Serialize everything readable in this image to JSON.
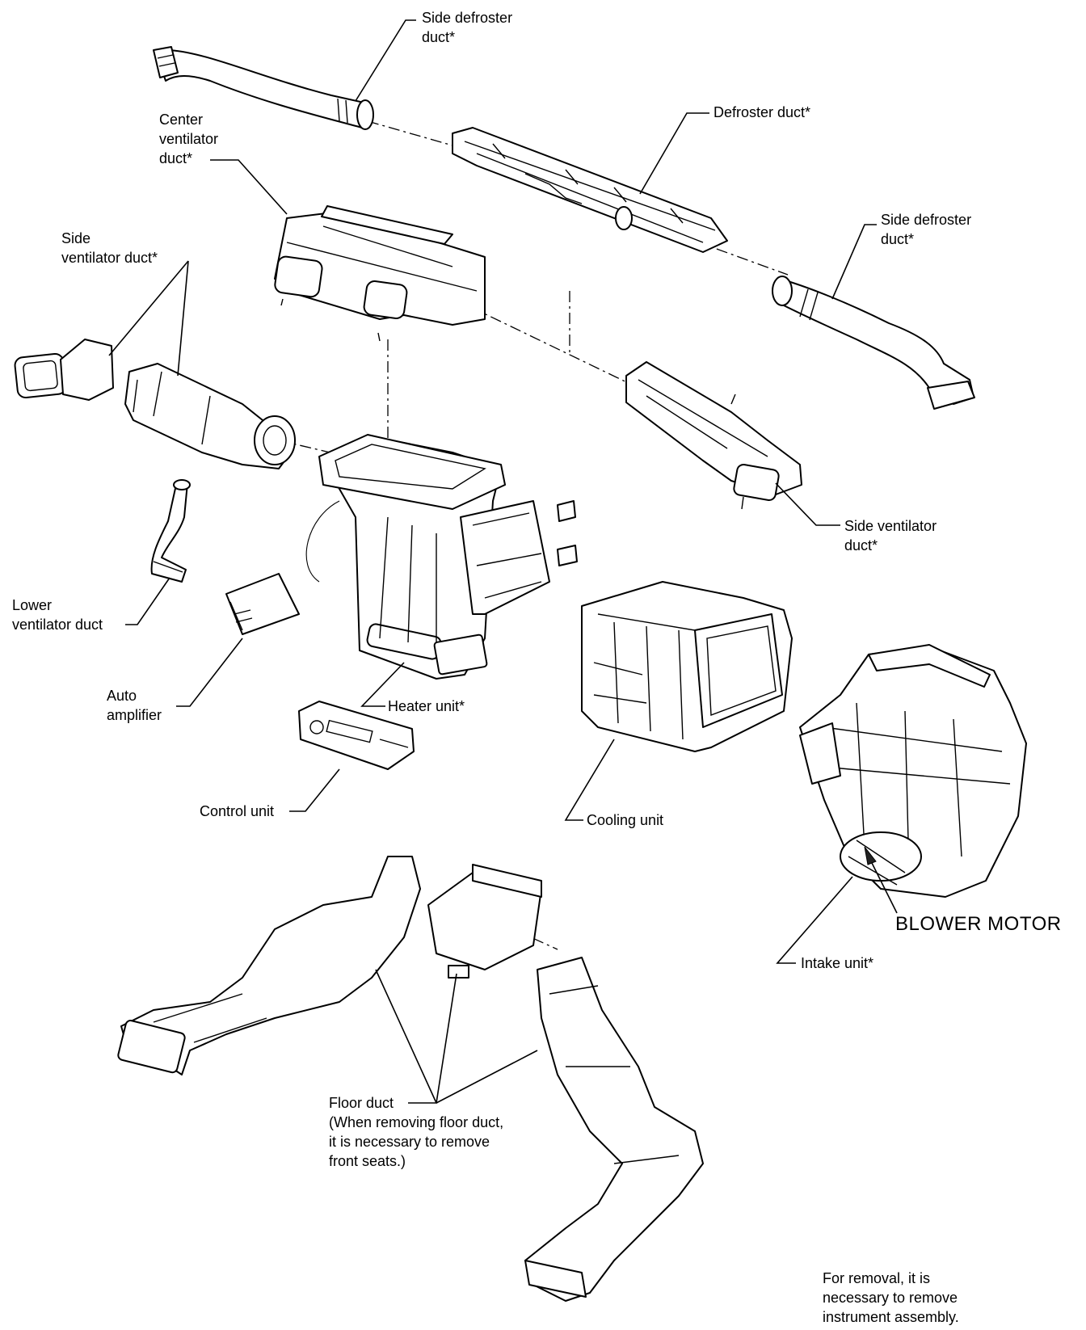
{
  "labels": {
    "side_defroster_duct_top": "Side defroster\nduct*",
    "defroster_duct": "Defroster duct*",
    "center_ventilator_duct": "Center\nventilator\nduct*",
    "side_defroster_duct_right": "Side defroster\nduct*",
    "side_ventilator_duct_left": "Side\nventilator duct*",
    "side_ventilator_duct_right": "Side ventilator\nduct*",
    "lower_ventilator_duct": "Lower\nventilator duct",
    "auto_amplifier": "Auto\namplifier",
    "heater_unit": "Heater unit*",
    "control_unit": "Control unit",
    "cooling_unit": "Cooling unit",
    "blower_motor": "BLOWER MOTOR",
    "intake_unit": "Intake unit*",
    "floor_duct": "Floor duct\n(When removing floor duct,\nit is necessary to remove\nfront seats.)",
    "removal_note": "For removal, it is\nnecessary to remove\ninstrument assembly."
  }
}
